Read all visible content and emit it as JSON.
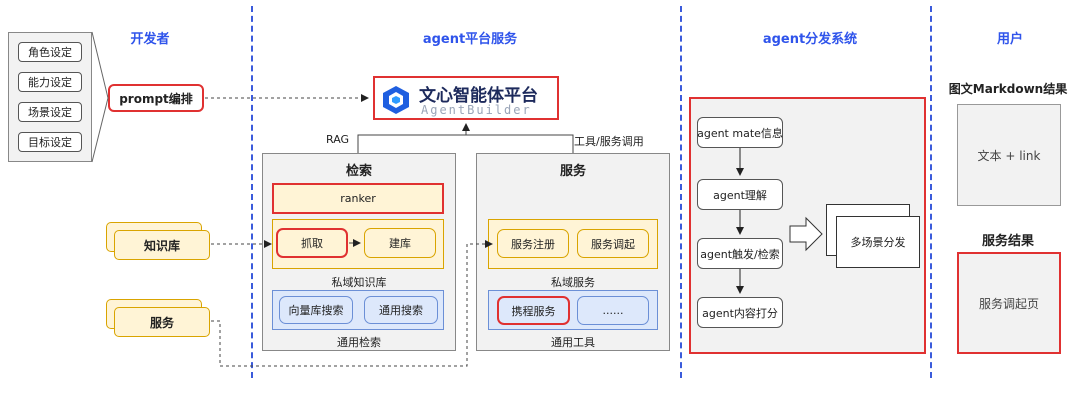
{
  "lanes": {
    "developer": "开发者",
    "platform": "agent平台服务",
    "distribution": "agent分发系统",
    "user": "用户"
  },
  "settings": [
    "角色设定",
    "能力设定",
    "场景设定",
    "目标设定"
  ],
  "prompt_box": "prompt编排",
  "knowledge_box": "知识库",
  "service_box": "服务",
  "brand": {
    "title": "文心智能体平台",
    "subtitle": "AgentBuilder"
  },
  "labels": {
    "rag": "RAG",
    "tools": "工具/服务调用"
  },
  "retrieval": {
    "title": "检索",
    "ranker": "ranker",
    "grab": "抓取",
    "build": "建库",
    "private_caption": "私域知识库",
    "vector_search": "向量库搜索",
    "general_search": "通用搜索",
    "general_caption": "通用检索"
  },
  "services": {
    "title": "服务",
    "register": "服务注册",
    "invoke": "服务调起",
    "private_caption": "私域服务",
    "ctrip": "携程服务",
    "more": "......",
    "tools_caption": "通用工具"
  },
  "flow": [
    "agent mate信息",
    "agent理解",
    "agent触发/检索",
    "agent内容打分"
  ],
  "distribute_label": "多场景分发",
  "user": {
    "graphic_title": "图文Markdown结果",
    "graphic_content": "文本 + link",
    "service_title": "服务结果",
    "service_content": "服务调起页"
  },
  "colors": {
    "accent": "#2f54eb",
    "red": "#e03131",
    "amber": "#fff4d6",
    "blue": "#dde8fb"
  }
}
